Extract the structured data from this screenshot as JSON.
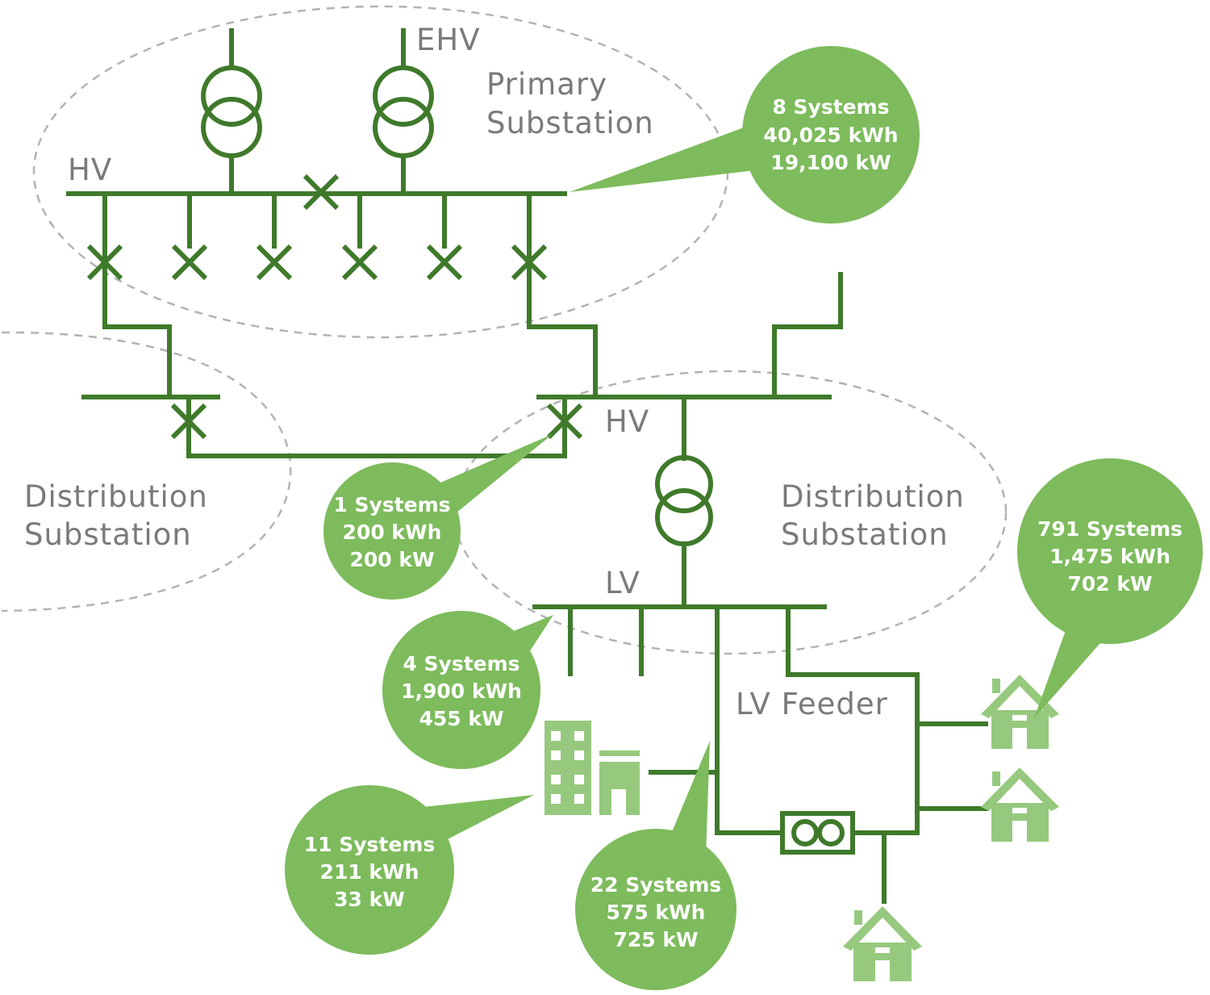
{
  "labels": {
    "ehv": "EHV",
    "primary_substation": [
      "Primary",
      "Substation"
    ],
    "hv_primary": "HV",
    "hv_distribution": "HV",
    "lv": "LV",
    "distribution_substation_left": [
      "Distribution",
      "Substation"
    ],
    "distribution_substation_right": [
      "Distribution",
      "Substation"
    ],
    "lv_feeder": "LV Feeder"
  },
  "callouts": {
    "primary_hv": [
      "8 Systems",
      "40,025 kWh",
      "19,100 kW"
    ],
    "distribution_hv": [
      "1 Systems",
      "200 kWh",
      "200 kW"
    ],
    "distribution_lv": [
      "4 Systems",
      "1,900 kWh",
      "455 kW"
    ],
    "commercial": [
      "11 Systems",
      "211 kWh",
      "33 kW"
    ],
    "lv_feeder": [
      "22 Systems",
      "575 kWh",
      "725 kW"
    ],
    "domestic": [
      "791 Systems",
      "1,475 kWh",
      "702 kW"
    ]
  },
  "colors": {
    "line": "#3f7a2b",
    "bubble": "#7dbb5c",
    "building": "#96c97e",
    "zone_outline": "#b3b3b3",
    "label_text": "#7a7a7a"
  }
}
